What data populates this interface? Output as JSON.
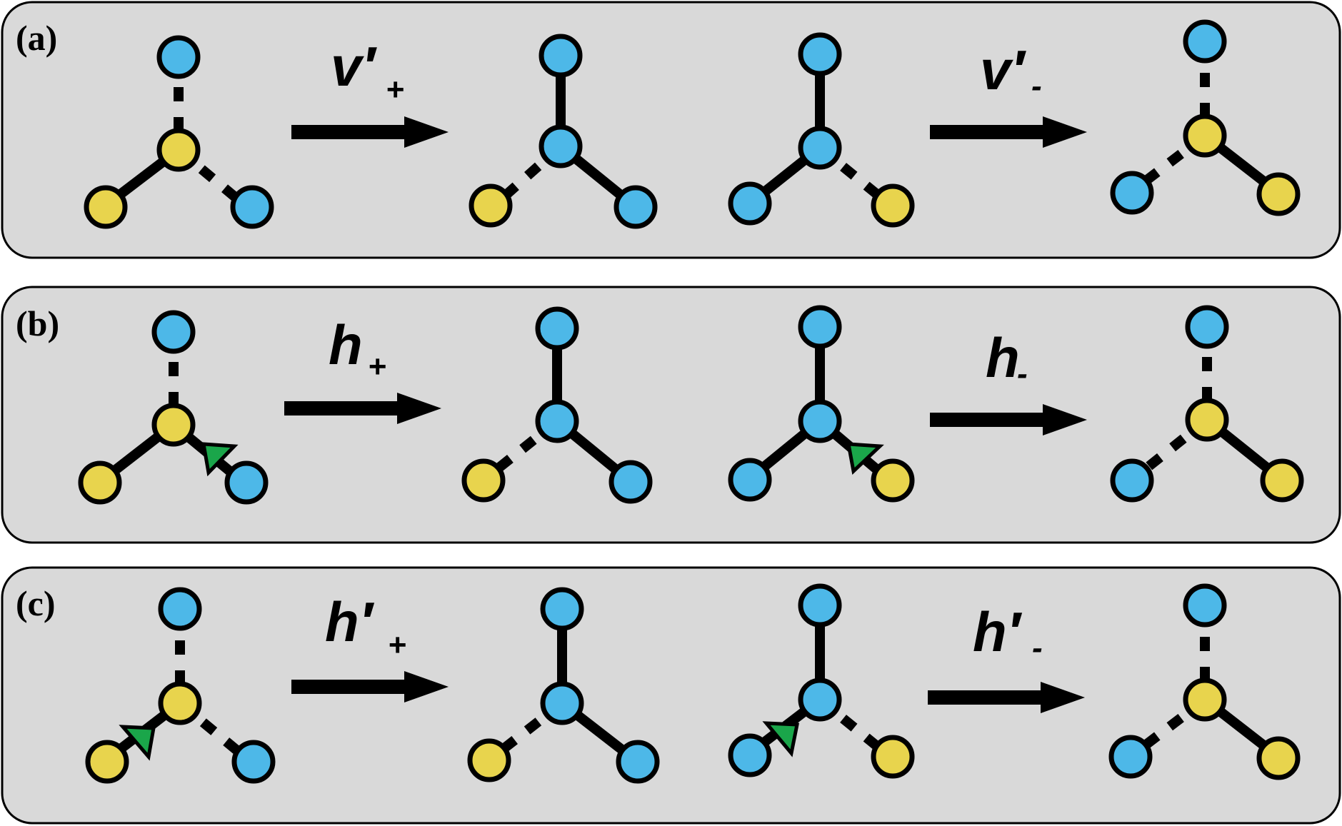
{
  "colors": {
    "panel_bg": "#d9d9d9",
    "panel_border": "#000000",
    "blue_node": "#4db8e8",
    "yellow_node": "#e8d44d",
    "green_marker": "#1aa64a",
    "stroke": "#000000"
  },
  "panels": [
    {
      "label": "(a)",
      "op1": {
        "main": "v′",
        "sub": "+"
      },
      "op2": {
        "main": "v′",
        "sub": "-"
      }
    },
    {
      "label": "(b)",
      "op1": {
        "main": "h",
        "sub": "+"
      },
      "op2": {
        "main": "h",
        "sub": "-"
      }
    },
    {
      "label": "(c)",
      "op1": {
        "main": "h′",
        "sub": "+"
      },
      "op2": {
        "main": "h′",
        "sub": "-"
      }
    }
  ],
  "node_legend": [
    "blue",
    "yellow"
  ],
  "bond_types": [
    "solid",
    "dashed"
  ],
  "marker": "green-triangle"
}
